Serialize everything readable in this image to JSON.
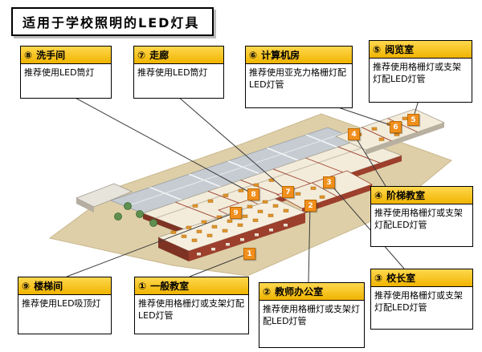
{
  "title": "适用于学校照明的LED灯具",
  "boxes": [
    {
      "num": "⑧",
      "label": "洗手间",
      "rec": "推荐使用LED筒灯"
    },
    {
      "num": "⑦",
      "label": "走廊",
      "rec": "推荐使用LED筒灯"
    },
    {
      "num": "⑥",
      "label": "计算机房",
      "rec": "推荐使用亚克力格栅灯配LED灯管"
    },
    {
      "num": "⑤",
      "label": "阅览室",
      "rec": "推荐使用格栅灯或支架灯配LED灯管"
    },
    {
      "num": "④",
      "label": "阶梯教室",
      "rec": "推荐使用格栅灯或支架灯配LED灯管"
    },
    {
      "num": "③",
      "label": "校长室",
      "rec": "推荐使用格栅灯或支架灯配LED灯管"
    },
    {
      "num": "②",
      "label": "教师办公室",
      "rec": "推荐使用格栅灯或支架灯配LED灯管"
    },
    {
      "num": "①",
      "label": "一般教室",
      "rec": "推荐使用格栅灯或支架灯配LED灯管"
    },
    {
      "num": "⑨",
      "label": "楼梯间",
      "rec": "推荐使用LED吸顶灯"
    }
  ],
  "markers": [
    "1",
    "2",
    "3",
    "4",
    "5",
    "6",
    "7",
    "8",
    "9"
  ],
  "colors": {
    "callout_header": "#f7bf00",
    "marker_orange": "#f18f1d",
    "building_red": "#9c3f2c",
    "ground_beige": "#decfa8",
    "roof_gray": "#c6ccd2"
  }
}
